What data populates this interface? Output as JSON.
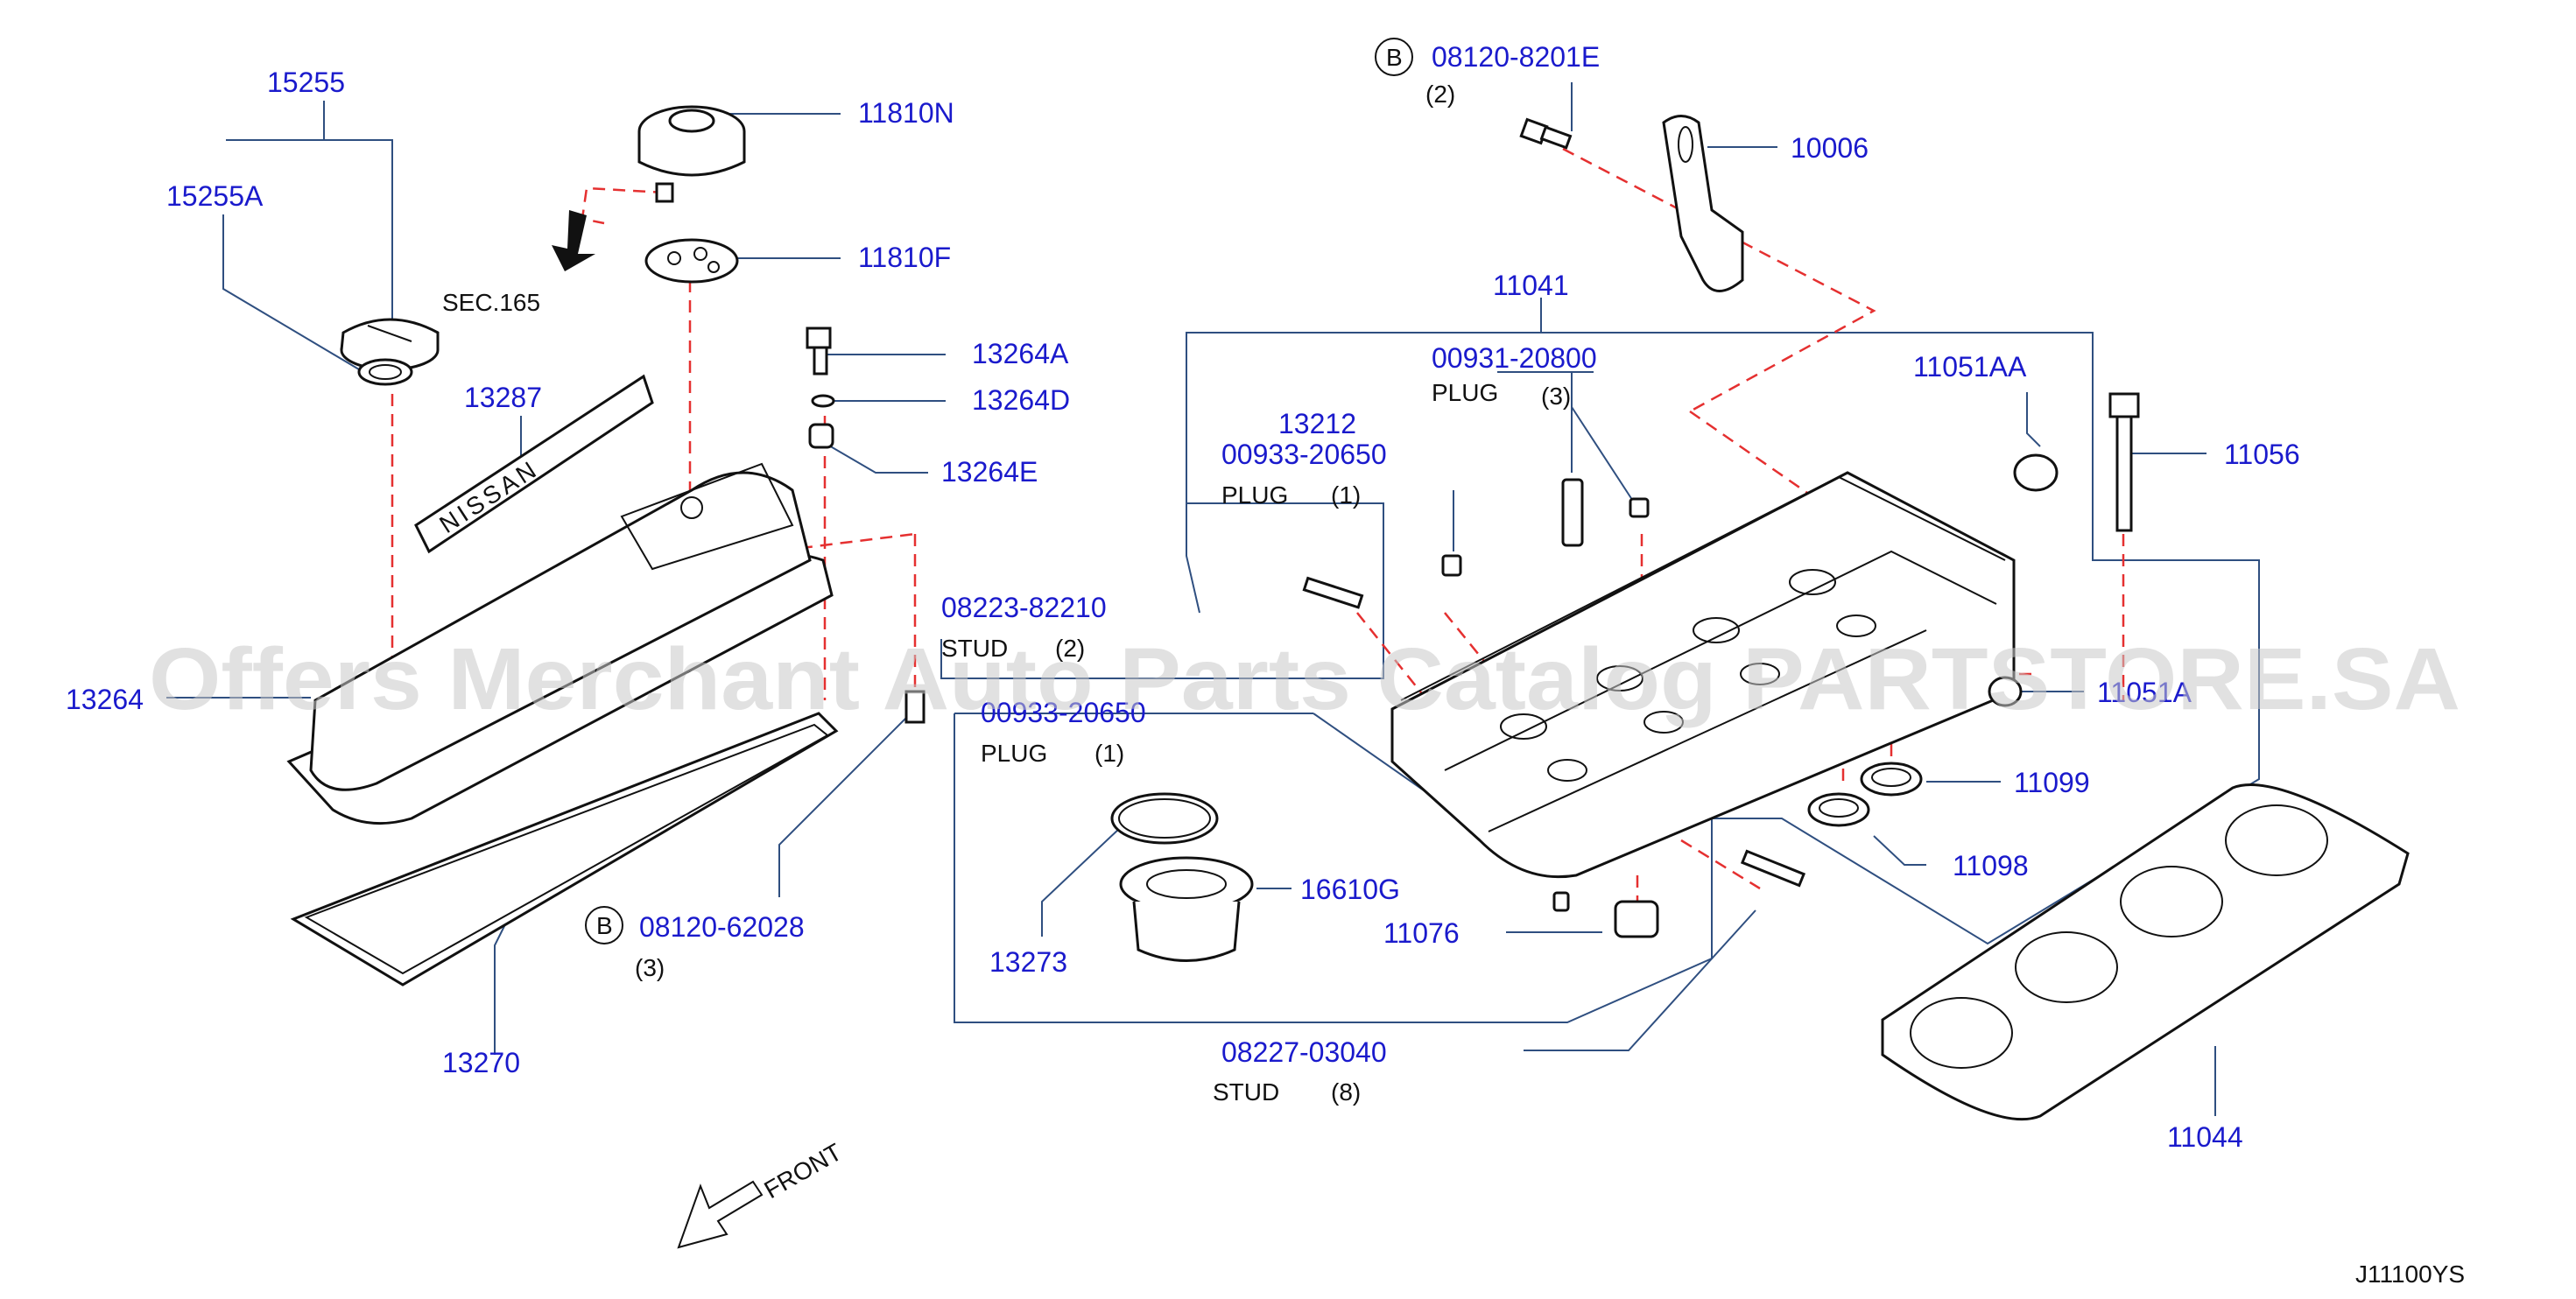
{
  "diagram": {
    "callouts": {
      "p15255": "15255",
      "p15255A": "15255A",
      "p11810N": "11810N",
      "p11810F": "11810F",
      "sec165": "SEC.165",
      "p13264A": "13264A",
      "p13264D": "13264D",
      "p13264E": "13264E",
      "p13287": "13287",
      "p13264": "13264",
      "p13270": "13270",
      "p08120_62028": "08120-62028",
      "qty_62028": "(3)",
      "p08223_82210": "08223-82210",
      "stud_label_1": "STUD",
      "qty_82210": "(2)",
      "p00933_20650_a": "00933-20650",
      "plug_label_a": "PLUG",
      "qty_20650_a": "(1)",
      "p00933_20650_b": "00933-20650",
      "plug_label_b": "PLUG",
      "qty_20650_b": "(1)",
      "p13212": "13212",
      "p00931_20800": "00931-20800",
      "plug_label_c": "PLUG",
      "qty_20800": "(3)",
      "p08120_8201E": "08120-8201E",
      "qty_8201E": "(2)",
      "p10006": "10006",
      "p11041": "11041",
      "p11051AA": "11051AA",
      "p11056": "11056",
      "p11051A": "11051A",
      "p11099": "11099",
      "p11098": "11098",
      "p16610G": "16610G",
      "p13273": "13273",
      "p11076": "11076",
      "p08227_03040": "08227-03040",
      "stud_label_2": "STUD",
      "qty_03040": "(8)",
      "p11044": "11044",
      "front": "FRONT",
      "diagram_code": "J11100YS"
    },
    "badges": {
      "b1": "B",
      "b2": "B"
    },
    "emblem_text": "NISSAN",
    "watermark": "Offers Merchant Auto Parts Catalog PARTSTORE.SA"
  },
  "colors": {
    "callout": "#1a1acc",
    "leader": "#2f4f80",
    "hidden_line": "#e53030",
    "ink": "#111111"
  }
}
